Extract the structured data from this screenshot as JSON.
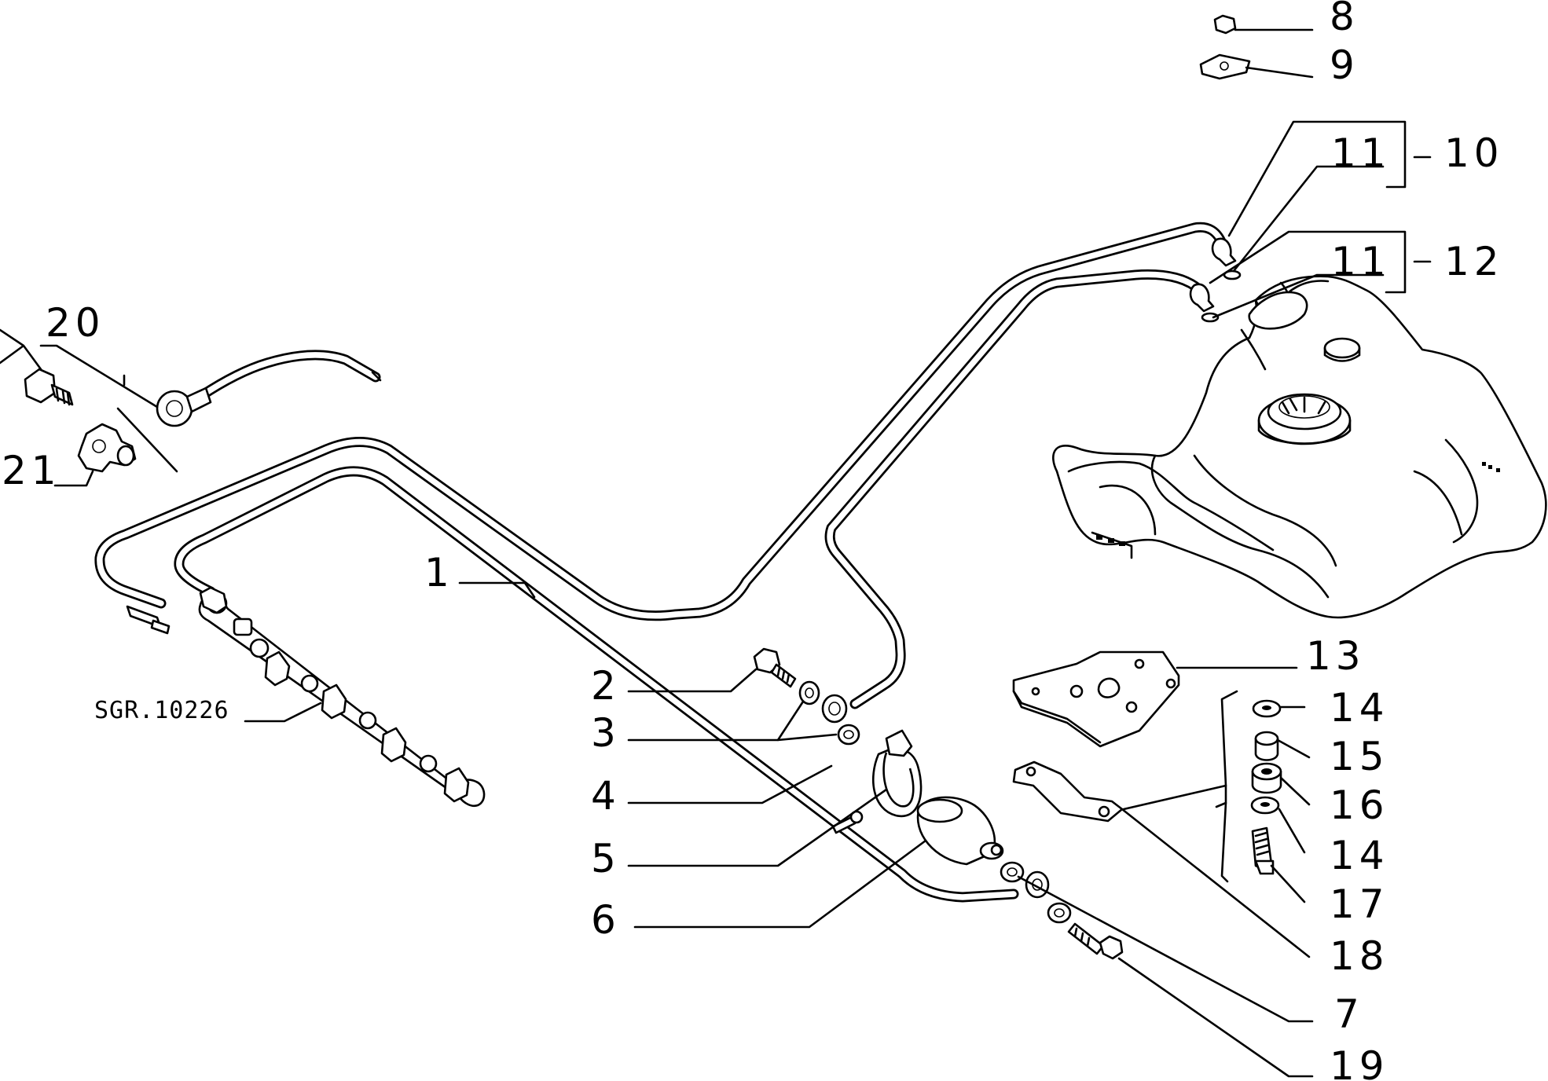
{
  "diagram": {
    "reference": "SGR.10226",
    "callouts": [
      {
        "id": "c1",
        "text": "1"
      },
      {
        "id": "c2",
        "text": "2"
      },
      {
        "id": "c3",
        "text": "3"
      },
      {
        "id": "c4",
        "text": "4"
      },
      {
        "id": "c5",
        "text": "5"
      },
      {
        "id": "c6",
        "text": "6"
      },
      {
        "id": "c7",
        "text": "7"
      },
      {
        "id": "c8",
        "text": "8"
      },
      {
        "id": "c9",
        "text": "9"
      },
      {
        "id": "c10",
        "text": "10"
      },
      {
        "id": "c11a",
        "text": "11"
      },
      {
        "id": "c11b",
        "text": "11"
      },
      {
        "id": "c12",
        "text": "12"
      },
      {
        "id": "c13",
        "text": "13"
      },
      {
        "id": "c14a",
        "text": "14"
      },
      {
        "id": "c15",
        "text": "15"
      },
      {
        "id": "c16",
        "text": "16"
      },
      {
        "id": "c14b",
        "text": "14"
      },
      {
        "id": "c17",
        "text": "17"
      },
      {
        "id": "c18",
        "text": "18"
      },
      {
        "id": "c19",
        "text": "19"
      },
      {
        "id": "c20",
        "text": "20"
      },
      {
        "id": "c21",
        "text": "21"
      }
    ]
  }
}
